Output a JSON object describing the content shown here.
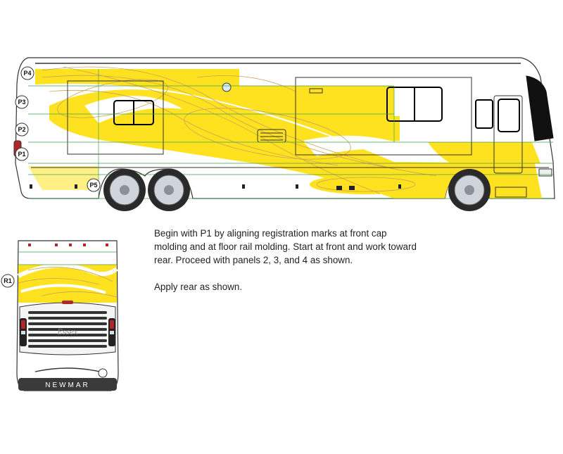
{
  "instructions": {
    "paragraph_1": "Begin with P1 by aligning registration marks at front cap molding and at floor rail molding. Start at front and work toward rear. Proceed with panels 2, 3, and 4 as shown.",
    "paragraph_2": "Apply rear as shown."
  },
  "panel_marks": {
    "p1": "P1",
    "p2": "P2",
    "p3": "P3",
    "p4": "P4",
    "p5": "P5",
    "r1": "R1"
  },
  "rear_view": {
    "badge_text": "NEWMAR",
    "model_script": "Essex"
  },
  "colors": {
    "graphic_yellow": "#FFE21F",
    "swirl_gold": "#C9A25A",
    "registration_green": "#3FA34D",
    "outline": "#333333"
  }
}
